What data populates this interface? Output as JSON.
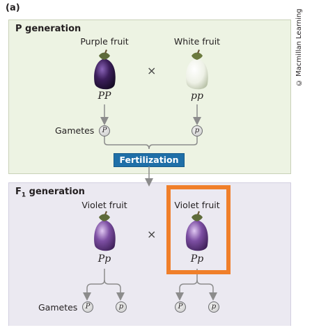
{
  "panel_label": "(a)",
  "credit": "© Macmillan Learning",
  "p_generation": {
    "title": "P generation",
    "left": {
      "label": "Purple fruit",
      "genotype": "PP",
      "color": "#3d1f5c"
    },
    "right": {
      "label": "White fruit",
      "genotype": "pp",
      "color": "#eef1e6"
    },
    "cross_symbol": "×",
    "gametes_label": "Gametes",
    "left_gamete": "P",
    "right_gamete": "p",
    "fertilization_label": "Fertilization"
  },
  "f1_generation": {
    "title_main": "F",
    "title_sub": "1",
    "title_rest": " generation",
    "left": {
      "label": "Violet fruit",
      "genotype": "Pp",
      "color": "#7d4fa3"
    },
    "right": {
      "label": "Violet fruit",
      "genotype": "Pp",
      "color": "#7d4fa3"
    },
    "cross_symbol": "×",
    "gametes_label": "Gametes",
    "gametes": [
      "P",
      "p",
      "P",
      "p"
    ]
  },
  "colors": {
    "p_box": "#edf3e3",
    "f1_box": "#ebe9f1",
    "fertilization": "#1f6fa8",
    "highlight": "#f07f2a",
    "arrows": "#8c8c8c"
  }
}
